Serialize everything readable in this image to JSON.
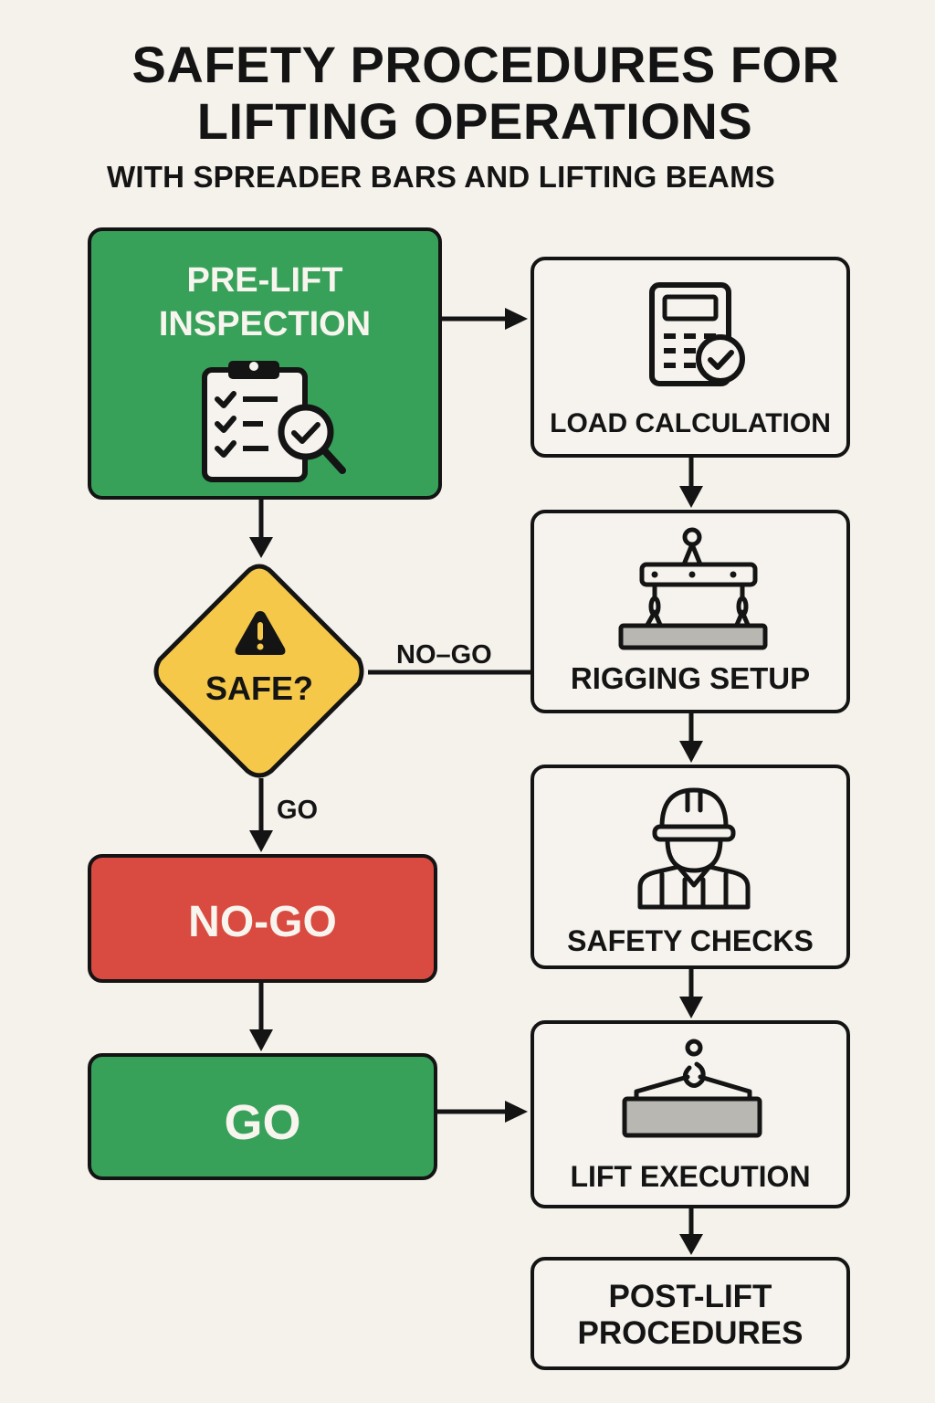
{
  "header": {
    "title_line1": "SAFETY PROCEDURES FOR",
    "title_line2": "LIFTING OPERATIONS",
    "subtitle": "WITH SPREADER BARS AND LIFTING BEAMS"
  },
  "colors": {
    "background": "#f5f2ec",
    "go_green": "#37a15a",
    "no_go_red": "#d94a40",
    "decision_yellow": "#f5c84a",
    "outline": "#141414",
    "load_gray": "#b9b7b2"
  },
  "nodes": {
    "pre_lift": {
      "label_line1": "PRE-LIFT",
      "label_line2": "INSPECTION",
      "icon": "clipboard-check-magnifier-icon"
    },
    "load_calc": {
      "label": "LOAD CALCULATION",
      "icon": "calculator-check-icon"
    },
    "rigging": {
      "label": "RIGGING SETUP",
      "icon": "spreader-bar-icon"
    },
    "decision": {
      "label": "SAFE?",
      "icon": "warning-triangle-icon"
    },
    "safety_checks": {
      "label": "SAFETY CHECKS",
      "icon": "hard-hat-worker-icon"
    },
    "no_go": {
      "label": "NO-GO"
    },
    "go": {
      "label": "GO"
    },
    "lift_exec": {
      "label": "LIFT EXECUTION",
      "icon": "hook-load-icon"
    },
    "post_lift": {
      "label_line1": "POST-LIFT",
      "label_line2": "PROCEDURES"
    }
  },
  "edges": {
    "no_go_label": "NO–GO",
    "go_label": "GO"
  }
}
